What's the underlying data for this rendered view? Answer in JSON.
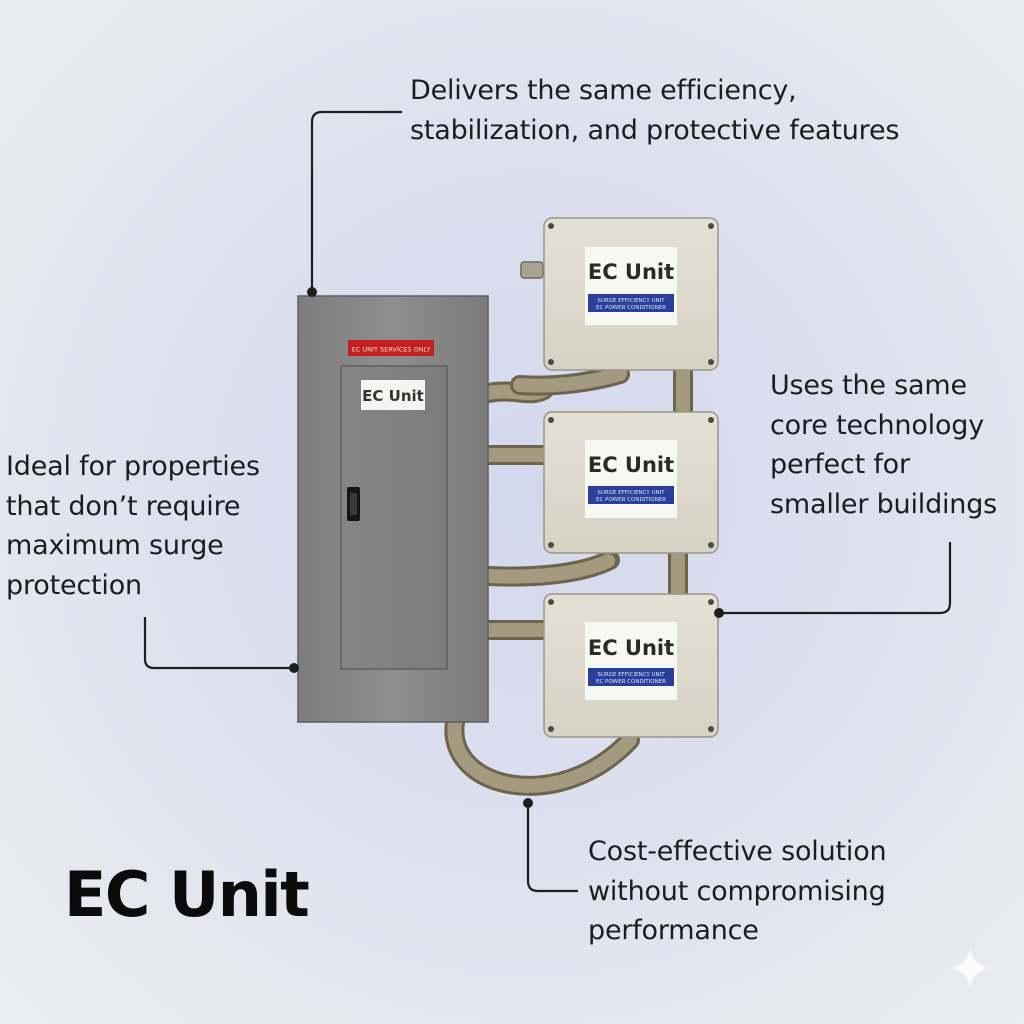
{
  "title": "EC Unit",
  "panel": {
    "warning_label": "EC UNIT SERVICES ONLY",
    "door_label": "EC Unit"
  },
  "boxes": [
    {
      "label": "EC Unit",
      "sublabel_line1": "SURGE EFFICIENCY UNIT",
      "sublabel_line2": "EC POWER CONDITIONER"
    },
    {
      "label": "EC Unit",
      "sublabel_line1": "SURGE EFFICIENCY UNIT",
      "sublabel_line2": "EC POWER CONDITIONER"
    },
    {
      "label": "EC Unit",
      "sublabel_line1": "SURGE EFFICIENCY UNIT",
      "sublabel_line2": "EC POWER CONDITIONER"
    }
  ],
  "callouts": {
    "top": [
      "Delivers the same efficiency,",
      "stabilization, and protective features"
    ],
    "left": [
      "Ideal for properties",
      "that don’t require",
      "maximum surge",
      "protection"
    ],
    "right": [
      "Uses the same",
      "core technology",
      "perfect for",
      "smaller buildings"
    ],
    "bottom": [
      "Cost-effective solution",
      "without compromising",
      "performance"
    ]
  },
  "colors": {
    "panel": "#8a8a8a",
    "box": "#e0dccf",
    "label_stripe": "#2a3f9a",
    "warning": "#c42024",
    "leader_line": "#1e1e1e"
  },
  "icons": [
    "sparkle-icon"
  ]
}
